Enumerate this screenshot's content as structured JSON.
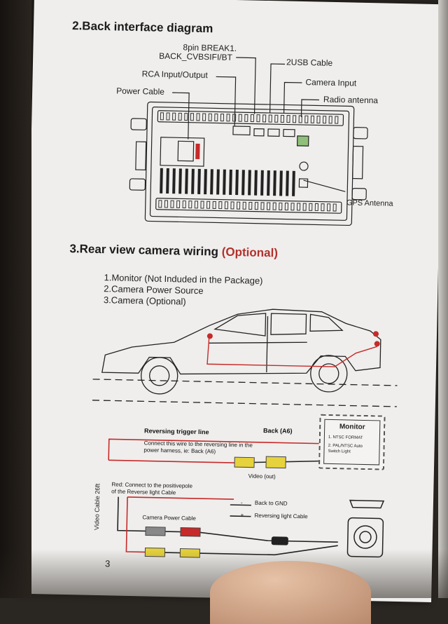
{
  "section2": {
    "title": "2.Back interface diagram"
  },
  "interface_labels": {
    "pin": "8pin BREAK1.",
    "pin2": "BACK_CVBSIFI/BT",
    "usb": "2USB Cable",
    "rca": "RCA Input/Output",
    "camera_input": "Camera Input",
    "power": "Power Cable",
    "radio": "Radio antenna",
    "gps": "GPS Antenna"
  },
  "section3": {
    "title": "3.Rear view camera wiring",
    "optional": "(Optional)"
  },
  "list": [
    "1.Monitor (Not Induded in the Package)",
    "2.Camera Power Source",
    "3.Camera (Optional)"
  ],
  "wiring": {
    "reversing_trigger": "Reversing trigger line",
    "back_a6": "Back (A6)",
    "connect_note_1": "Connect this wire to the reversing line in the",
    "connect_note_2": "power harness, ie: Back (A6)",
    "video_out": "Video (out)",
    "red_note_1": "Red: Connect to the positivepole",
    "red_note_2": "of the Reverse light Cable",
    "back_gnd": "Back to GND",
    "reversing_light": "Reversing light Cable",
    "camera_power": "Camera Power Cable",
    "video_cable": "Video Cable  26ft",
    "minus": "-",
    "plus": "+"
  },
  "monitor": {
    "title": "Monitor",
    "line1": "1. NTSC FORMAT",
    "line2a": "2. PAL/NTSC Auto",
    "line2b": "Switch Light"
  },
  "page_number": "3",
  "colors": {
    "optional": "#b3312c",
    "wire_red": "#c62a2a",
    "connector_yellow": "#e6d23c"
  }
}
